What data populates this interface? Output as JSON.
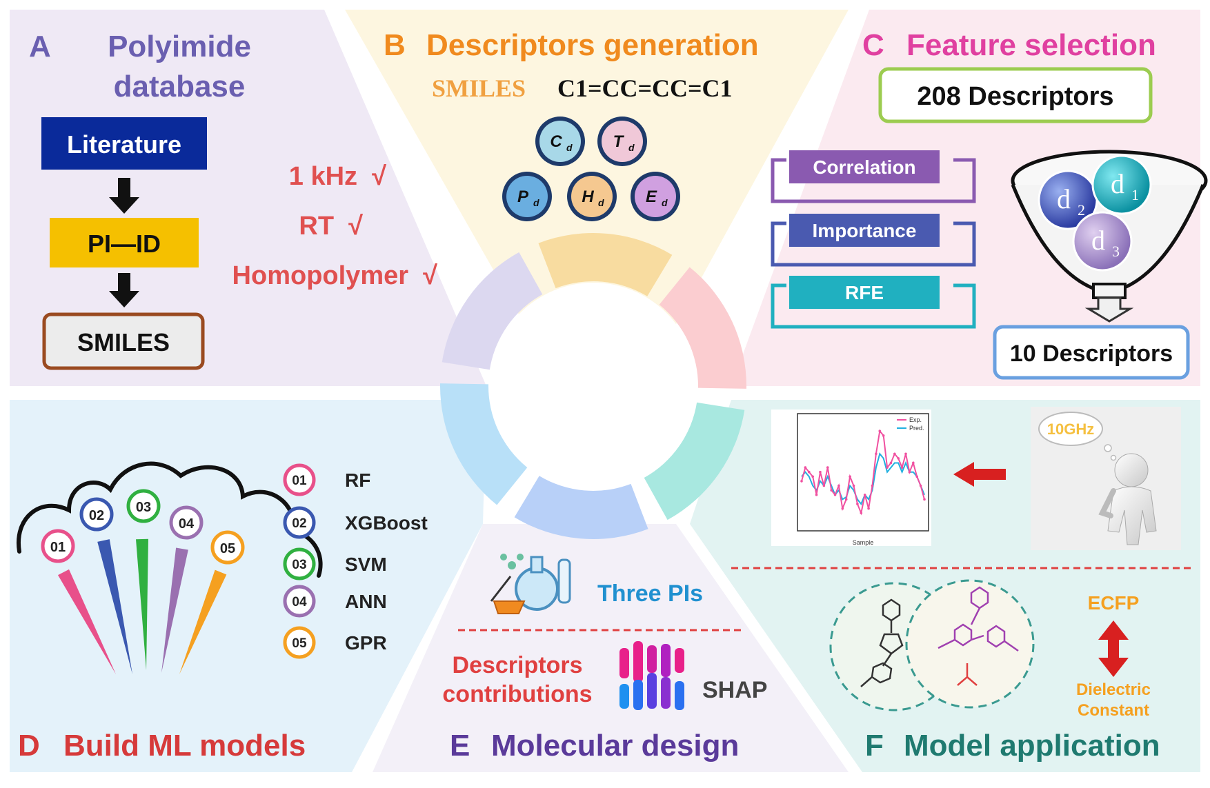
{
  "colors": {
    "a_title": "#6a5fb0",
    "b_title": "#f08a1e",
    "c_title": "#e040a0",
    "d_title": "#d63a3a",
    "e_title": "#5a3a9a",
    "f_title": "#1f7a70",
    "red_text": "#e05050",
    "literature": "#0a2a9a",
    "pi_id": "#f5c000",
    "smiles_border": "#9a4a20"
  },
  "panel_a": {
    "letter": "A",
    "title_line1": "Polyimide",
    "title_line2": "database",
    "literature": "Literature",
    "pi_id": "PI—ID",
    "smiles": "SMILES",
    "criteria": [
      "1 kHz  √",
      "RT  √",
      "Homopolymer  √"
    ]
  },
  "panel_b": {
    "letter": "B",
    "title": "Descriptors generation",
    "smiles_label": "SMILES",
    "smiles_value": "C1=CC=CC=C1",
    "circles": [
      {
        "main": "C",
        "sub": "d",
        "color": "#a8d8e8"
      },
      {
        "main": "T",
        "sub": "d",
        "color": "#f0c8d8"
      },
      {
        "main": "P",
        "sub": "d",
        "color": "#6aaee0"
      },
      {
        "main": "H",
        "sub": "d",
        "color": "#f5c890"
      },
      {
        "main": "E",
        "sub": "d",
        "color": "#d0a0e0"
      }
    ]
  },
  "panel_c": {
    "letter": "C",
    "title": "Feature selection",
    "top_box": "208 Descriptors",
    "methods": [
      {
        "label": "Correlation",
        "color": "#8a5ab0"
      },
      {
        "label": "Importance",
        "color": "#4a5ab0"
      },
      {
        "label": "RFE",
        "color": "#20b0c0"
      }
    ],
    "funnel_balls": [
      {
        "main": "d",
        "sub": "2",
        "color": "#3a4ab0"
      },
      {
        "main": "d",
        "sub": "1",
        "color": "#10a8b0"
      },
      {
        "main": "d",
        "sub": "3",
        "color": "#9a80c0"
      }
    ],
    "bottom_box": "10 Descriptors"
  },
  "panel_d": {
    "letter": "D",
    "title": "Build ML models",
    "models": [
      {
        "num": "01",
        "name": "RF",
        "color": "#e8508a"
      },
      {
        "num": "02",
        "name": "XGBoost",
        "color": "#3a58b0"
      },
      {
        "num": "03",
        "name": "SVM",
        "color": "#30b040"
      },
      {
        "num": "04",
        "name": "ANN",
        "color": "#9a70b0"
      },
      {
        "num": "05",
        "name": "GPR",
        "color": "#f5a020"
      }
    ]
  },
  "panel_e": {
    "letter": "E",
    "title": "Molecular design",
    "three_pis": "Three PIs",
    "desc_line1": "Descriptors",
    "desc_line2": "contributions",
    "shap": "SHAP"
  },
  "panel_f": {
    "letter": "F",
    "title": "Model application",
    "thought": "10GHz",
    "ecfp": "ECFP",
    "dielectric_line1": "Dielectric",
    "dielectric_line2": "Constant",
    "mini_legend": [
      "Exp.",
      "Pred."
    ],
    "mini_xlabel": "Sample"
  },
  "mini_chart": {
    "exp": [
      3.3,
      3.6,
      3.5,
      3.4,
      3.0,
      3.5,
      3.2,
      3.6,
      3.1,
      3.0,
      3.2,
      2.7,
      2.9,
      3.4,
      3.2,
      2.8,
      2.6,
      3.0,
      2.7,
      3.2,
      3.9,
      4.4,
      4.3,
      3.6,
      3.7,
      3.9,
      3.8,
      3.6,
      3.9,
      3.5,
      3.7,
      3.4,
      3.2,
      2.9
    ],
    "pred": [
      3.4,
      3.5,
      3.4,
      3.2,
      3.1,
      3.3,
      3.2,
      3.4,
      3.2,
      3.0,
      3.1,
      2.9,
      2.95,
      3.2,
      3.1,
      2.9,
      2.8,
      3.0,
      2.9,
      3.1,
      3.6,
      3.9,
      3.8,
      3.5,
      3.6,
      3.7,
      3.7,
      3.5,
      3.7,
      3.5,
      3.5,
      3.4,
      3.2,
      3.0
    ],
    "exp_color": "#f050a0",
    "pred_color": "#20b0e0"
  }
}
